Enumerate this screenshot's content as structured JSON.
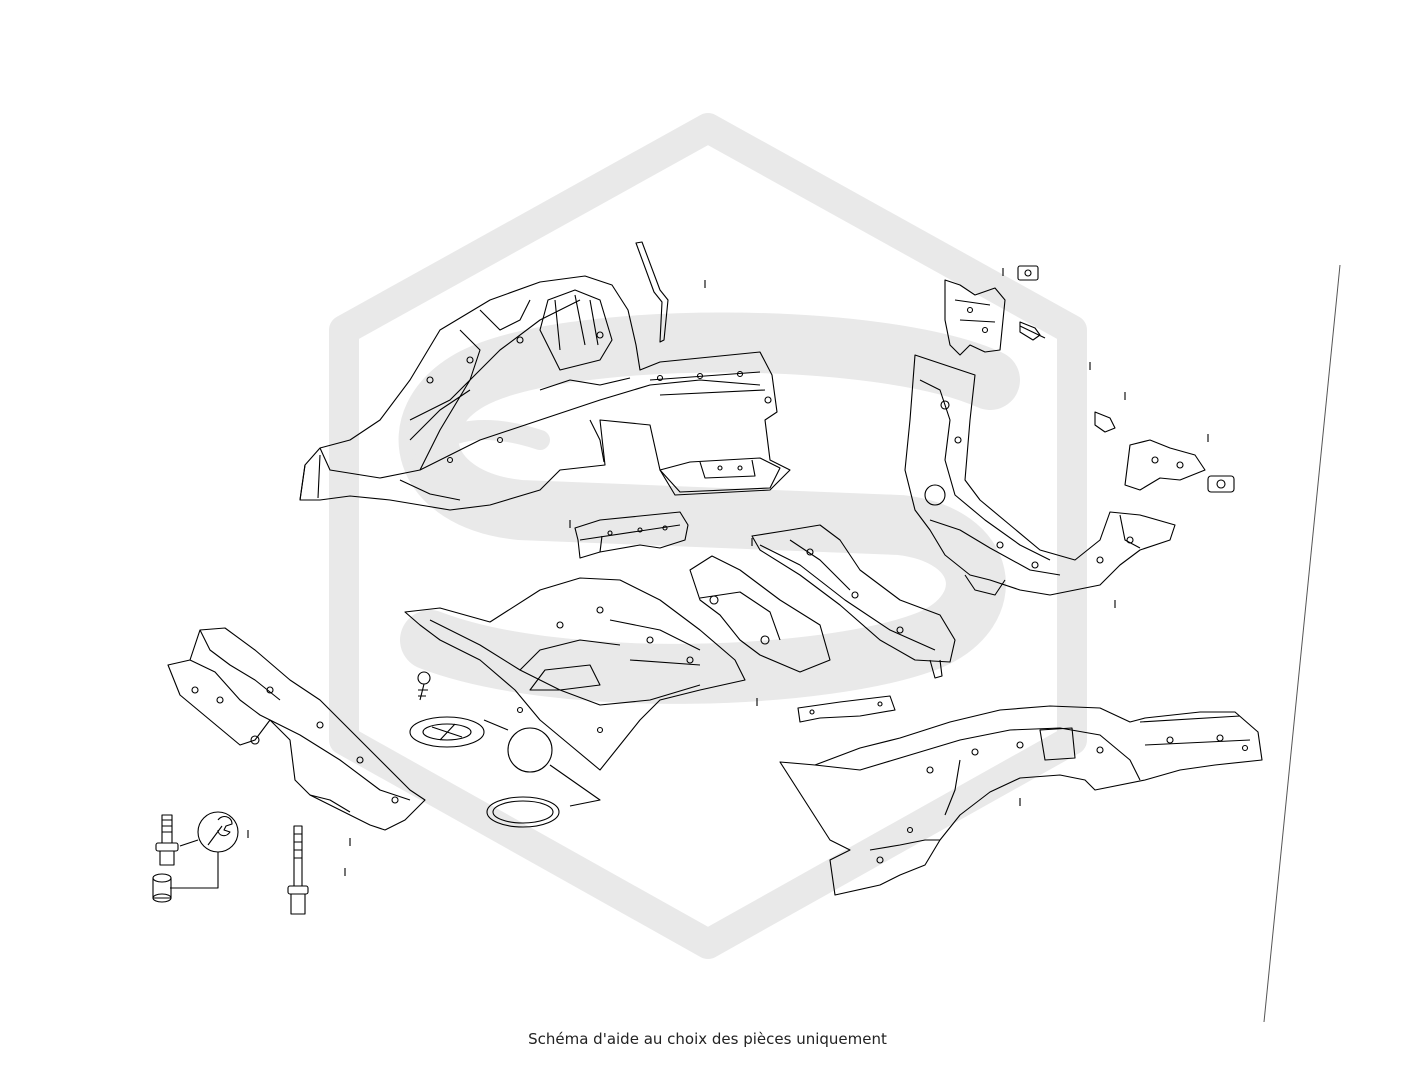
{
  "caption": "Schéma d'aide au choix des pièces uniquement",
  "colors": {
    "background": "#ffffff",
    "line": "#000000",
    "watermark": "#e9e9e9",
    "caption_text": "#222222"
  },
  "watermark": {
    "description_icon": "hexagon-s-logo-icon"
  },
  "parts": [
    "front-left-wheelhouse-assembly",
    "strip-bracket",
    "front-floor-crossmember",
    "front-right-wheelhouse-member",
    "clip-nut",
    "bolt",
    "bracket-right",
    "bracket-left",
    "small-nut-plate",
    "floor-reinforcement",
    "rear-floor-panel",
    "center-tunnel-panel",
    "floor-side-crossmember",
    "left-side-member",
    "screw-clip",
    "plug-grommet",
    "ring-seal",
    "small-reinforcement-bar",
    "rear-right-wheelhouse-assembly",
    "stud-bolt",
    "flange-nut",
    "long-bolt",
    "tool-icon-badge",
    "plug-reference-circle"
  ]
}
